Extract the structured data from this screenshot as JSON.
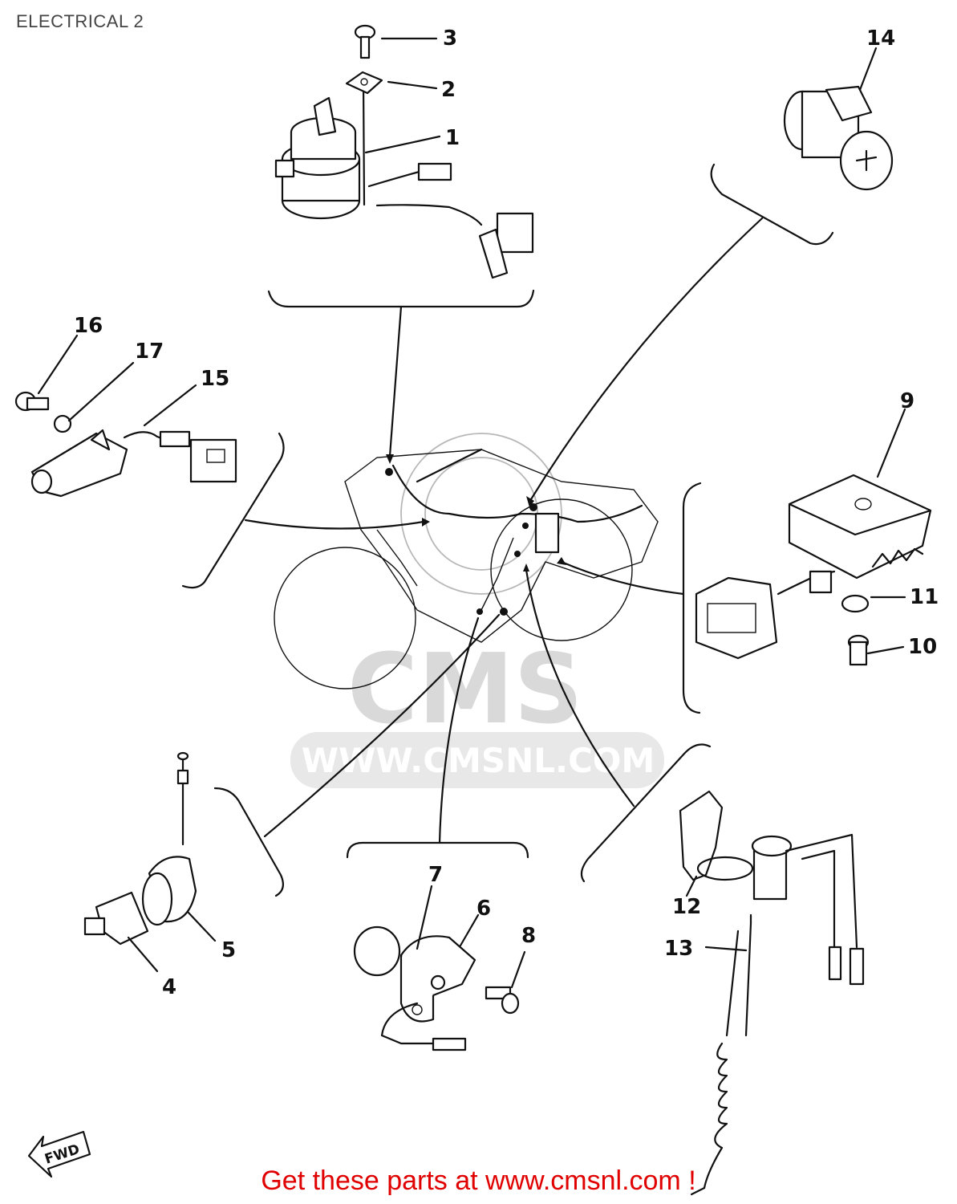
{
  "title": "ELECTRICAL 2",
  "footer": "Get these parts at www.cmsnl.com !",
  "watermark": {
    "logo": "CMS",
    "url": "WWW.CMSNL.COM"
  },
  "fwd_label": "FWD",
  "callouts": [
    {
      "id": "1",
      "label": "1"
    },
    {
      "id": "2",
      "label": "2"
    },
    {
      "id": "3",
      "label": "3"
    },
    {
      "id": "4",
      "label": "4"
    },
    {
      "id": "5",
      "label": "5"
    },
    {
      "id": "6",
      "label": "6"
    },
    {
      "id": "7",
      "label": "7"
    },
    {
      "id": "8",
      "label": "8"
    },
    {
      "id": "9",
      "label": "9"
    },
    {
      "id": "10",
      "label": "10"
    },
    {
      "id": "11",
      "label": "11"
    },
    {
      "id": "12",
      "label": "12"
    },
    {
      "id": "13",
      "label": "13"
    },
    {
      "id": "14",
      "label": "14"
    },
    {
      "id": "15",
      "label": "15"
    },
    {
      "id": "16",
      "label": "16"
    },
    {
      "id": "17",
      "label": "17"
    }
  ],
  "colors": {
    "ink": "#111111",
    "footer": "#e00000",
    "watermark": "#d9d9d9"
  }
}
